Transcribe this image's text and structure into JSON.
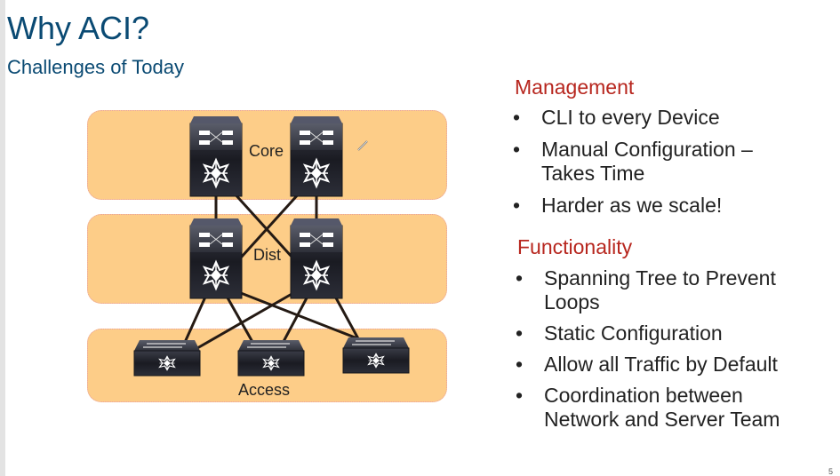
{
  "slide": {
    "title": "Why ACI?",
    "subtitle": "Challenges of Today",
    "page_number": "5"
  },
  "diagram": {
    "layers": [
      {
        "name": "core",
        "label": "Core"
      },
      {
        "name": "dist",
        "label": "Dist"
      },
      {
        "name": "access",
        "label": "Access"
      }
    ],
    "devices": [
      {
        "id": "core-left",
        "type": "multilayer-switch",
        "layer": "core"
      },
      {
        "id": "core-right",
        "type": "multilayer-switch",
        "layer": "core"
      },
      {
        "id": "dist-left",
        "type": "multilayer-switch",
        "layer": "dist"
      },
      {
        "id": "dist-right",
        "type": "multilayer-switch",
        "layer": "dist"
      },
      {
        "id": "access-1",
        "type": "layer2-switch",
        "layer": "access"
      },
      {
        "id": "access-2",
        "type": "layer2-switch",
        "layer": "access"
      },
      {
        "id": "access-3",
        "type": "layer2-switch",
        "layer": "access"
      }
    ],
    "links": [
      [
        "core-left",
        "dist-left"
      ],
      [
        "core-left",
        "dist-right"
      ],
      [
        "core-right",
        "dist-left"
      ],
      [
        "core-right",
        "dist-right"
      ],
      [
        "dist-left",
        "access-1"
      ],
      [
        "dist-left",
        "access-2"
      ],
      [
        "dist-left",
        "access-3"
      ],
      [
        "dist-right",
        "access-1"
      ],
      [
        "dist-right",
        "access-2"
      ],
      [
        "dist-right",
        "access-3"
      ]
    ],
    "layer_color": "#fdcd88",
    "device_color": "#2b2d36"
  },
  "management": {
    "heading": "Management",
    "bullets": [
      {
        "lines": [
          "CLI to every Device"
        ]
      },
      {
        "lines": [
          "Manual Configuration –",
          "Takes Time"
        ]
      },
      {
        "lines": [
          "Harder as we scale!"
        ]
      }
    ]
  },
  "functionality": {
    "heading": "Functionality",
    "bullets": [
      {
        "lines": [
          "Spanning Tree to Prevent",
          "Loops"
        ]
      },
      {
        "lines": [
          "Static Configuration"
        ]
      },
      {
        "lines": [
          "Allow all Traffic by Default"
        ]
      },
      {
        "lines": [
          "Coordination between",
          "Network and Server Team"
        ]
      }
    ]
  },
  "colors": {
    "title": "#0a4a73",
    "heading": "#b7261e",
    "body": "#222222"
  }
}
